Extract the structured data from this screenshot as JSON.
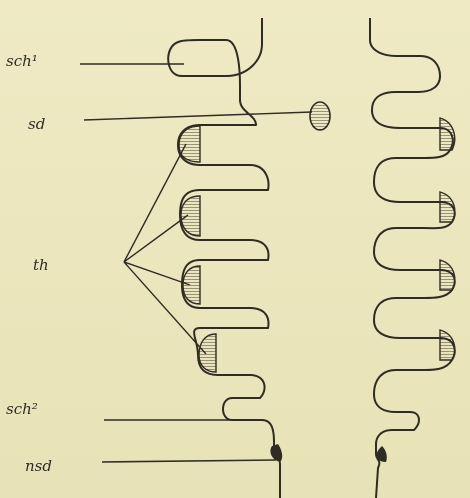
{
  "labels": {
    "sch1": "sch¹",
    "sd": "sd",
    "th": "th",
    "sch2": "sch²",
    "nsd": "nsd"
  },
  "colors": {
    "background": "#ece7bf",
    "ink": "#2e2c24"
  }
}
